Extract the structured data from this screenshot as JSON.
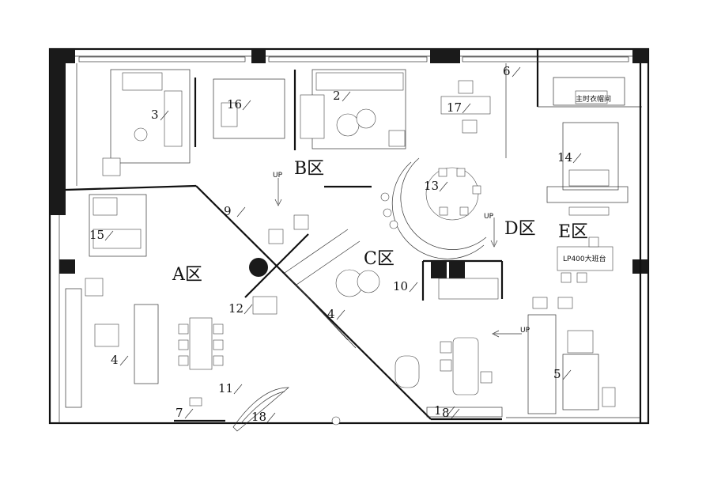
{
  "zones": [
    {
      "id": "A",
      "text": "A区"
    },
    {
      "id": "B",
      "text": "B区"
    },
    {
      "id": "C",
      "text": "C区"
    },
    {
      "id": "D",
      "text": "D区"
    },
    {
      "id": "E",
      "text": "E区"
    }
  ],
  "markers": [
    "1",
    "2",
    "3",
    "4",
    "4",
    "5",
    "6",
    "7",
    "8",
    "9",
    "10",
    "11",
    "12",
    "13",
    "14",
    "15",
    "16",
    "17",
    "18"
  ],
  "labels": {
    "up": "UP",
    "reception_sign": "LP400大班台",
    "sign_1": "主时衣帽间"
  }
}
